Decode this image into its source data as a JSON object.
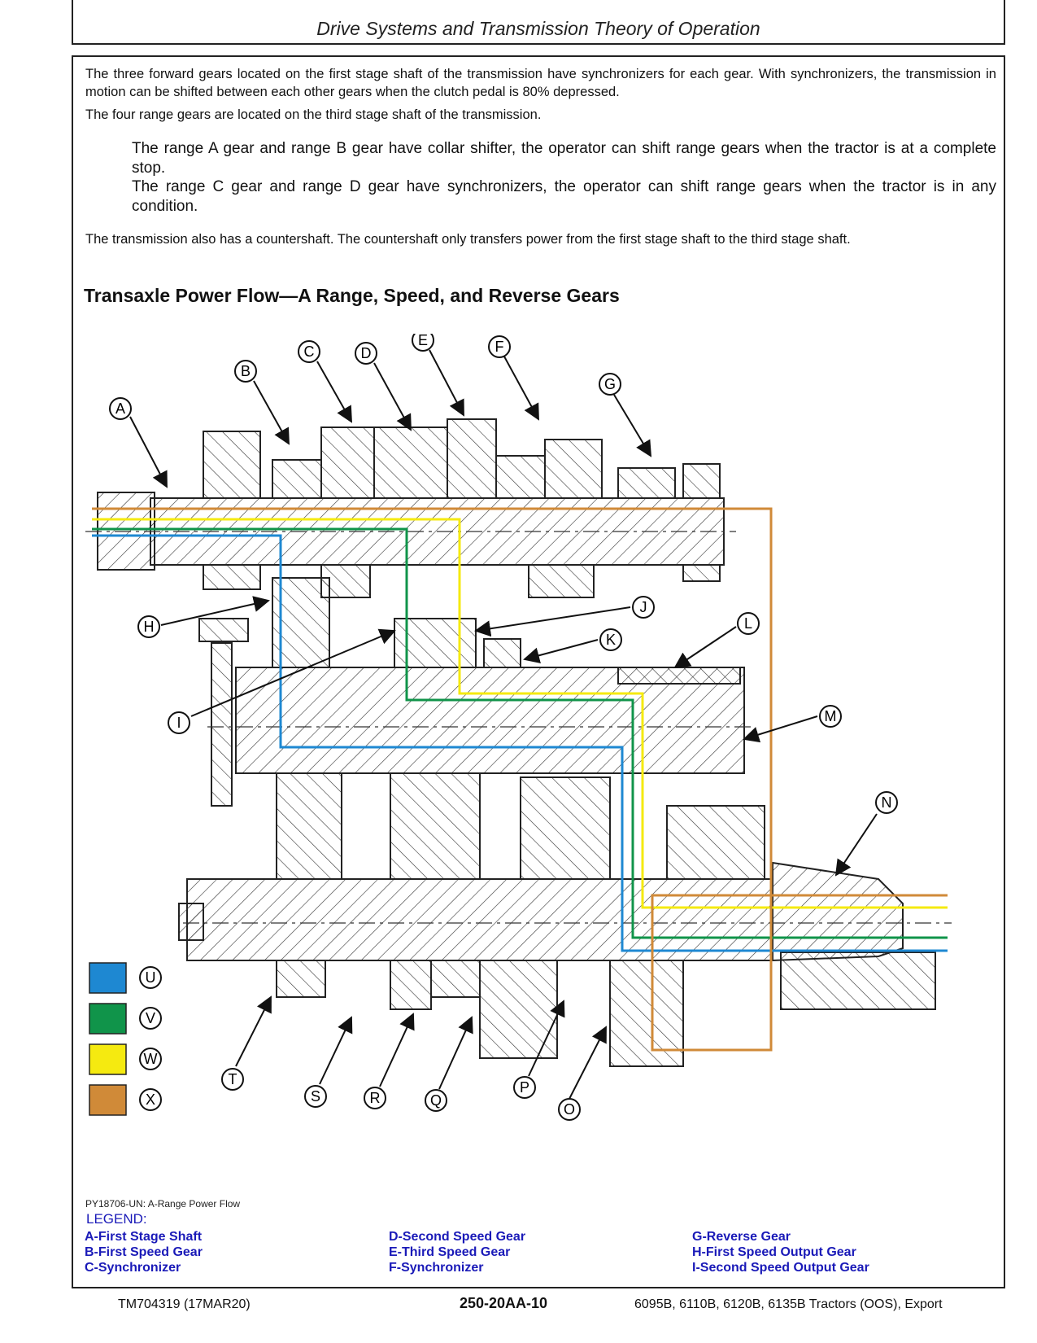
{
  "header": {
    "title": "Drive Systems and Transmission Theory of Operation"
  },
  "body": {
    "p1": "The three forward gears located on the first stage shaft of the transmission have synchronizers for each gear. With synchronizers, the transmission in motion can be shifted between each other gears when the clutch pedal is 80% depressed.",
    "p2": "The four range gears are located on the third stage shaft of the transmission.",
    "p3": "The range A gear and range B gear have collar shifter, the operator can shift range gears when the tractor is at a complete stop.",
    "p4": "The range C gear and range D gear have synchronizers, the operator can shift range gears when the tractor is in any condition.",
    "p5": "The transmission also has a countershaft. The countershaft only transfers power from the first stage shaft to the third stage shaft."
  },
  "section_title": "Transaxle Power Flow—A Range, Speed, and Reverse Gears",
  "figure": {
    "callouts": [
      "A",
      "B",
      "C",
      "D",
      "E",
      "F",
      "G",
      "H",
      "I",
      "J",
      "K",
      "L",
      "M",
      "N",
      "O",
      "P",
      "Q",
      "R",
      "S",
      "T"
    ],
    "color_key": [
      {
        "label": "U",
        "color": "#1e88d2"
      },
      {
        "label": "V",
        "color": "#10944a"
      },
      {
        "label": "W",
        "color": "#f5ea10"
      },
      {
        "label": "X",
        "color": "#d08a38"
      }
    ],
    "caption": "PY18706-UN: A-Range Power Flow"
  },
  "legend": {
    "title": "LEGEND:",
    "col1": [
      "A-First Stage Shaft",
      "B-First Speed Gear",
      "C-Synchronizer"
    ],
    "col2": [
      "D-Second Speed Gear",
      "E-Third Speed Gear",
      "F-Synchronizer"
    ],
    "col3": [
      "G-Reverse Gear",
      "H-First Speed Output Gear",
      "I-Second Speed Output Gear"
    ]
  },
  "footer": {
    "left": "TM704319 (17MAR20)",
    "center": "250-20AA-10",
    "right": "6095B, 6110B, 6120B, 6135B Tractors (OOS), Export"
  }
}
